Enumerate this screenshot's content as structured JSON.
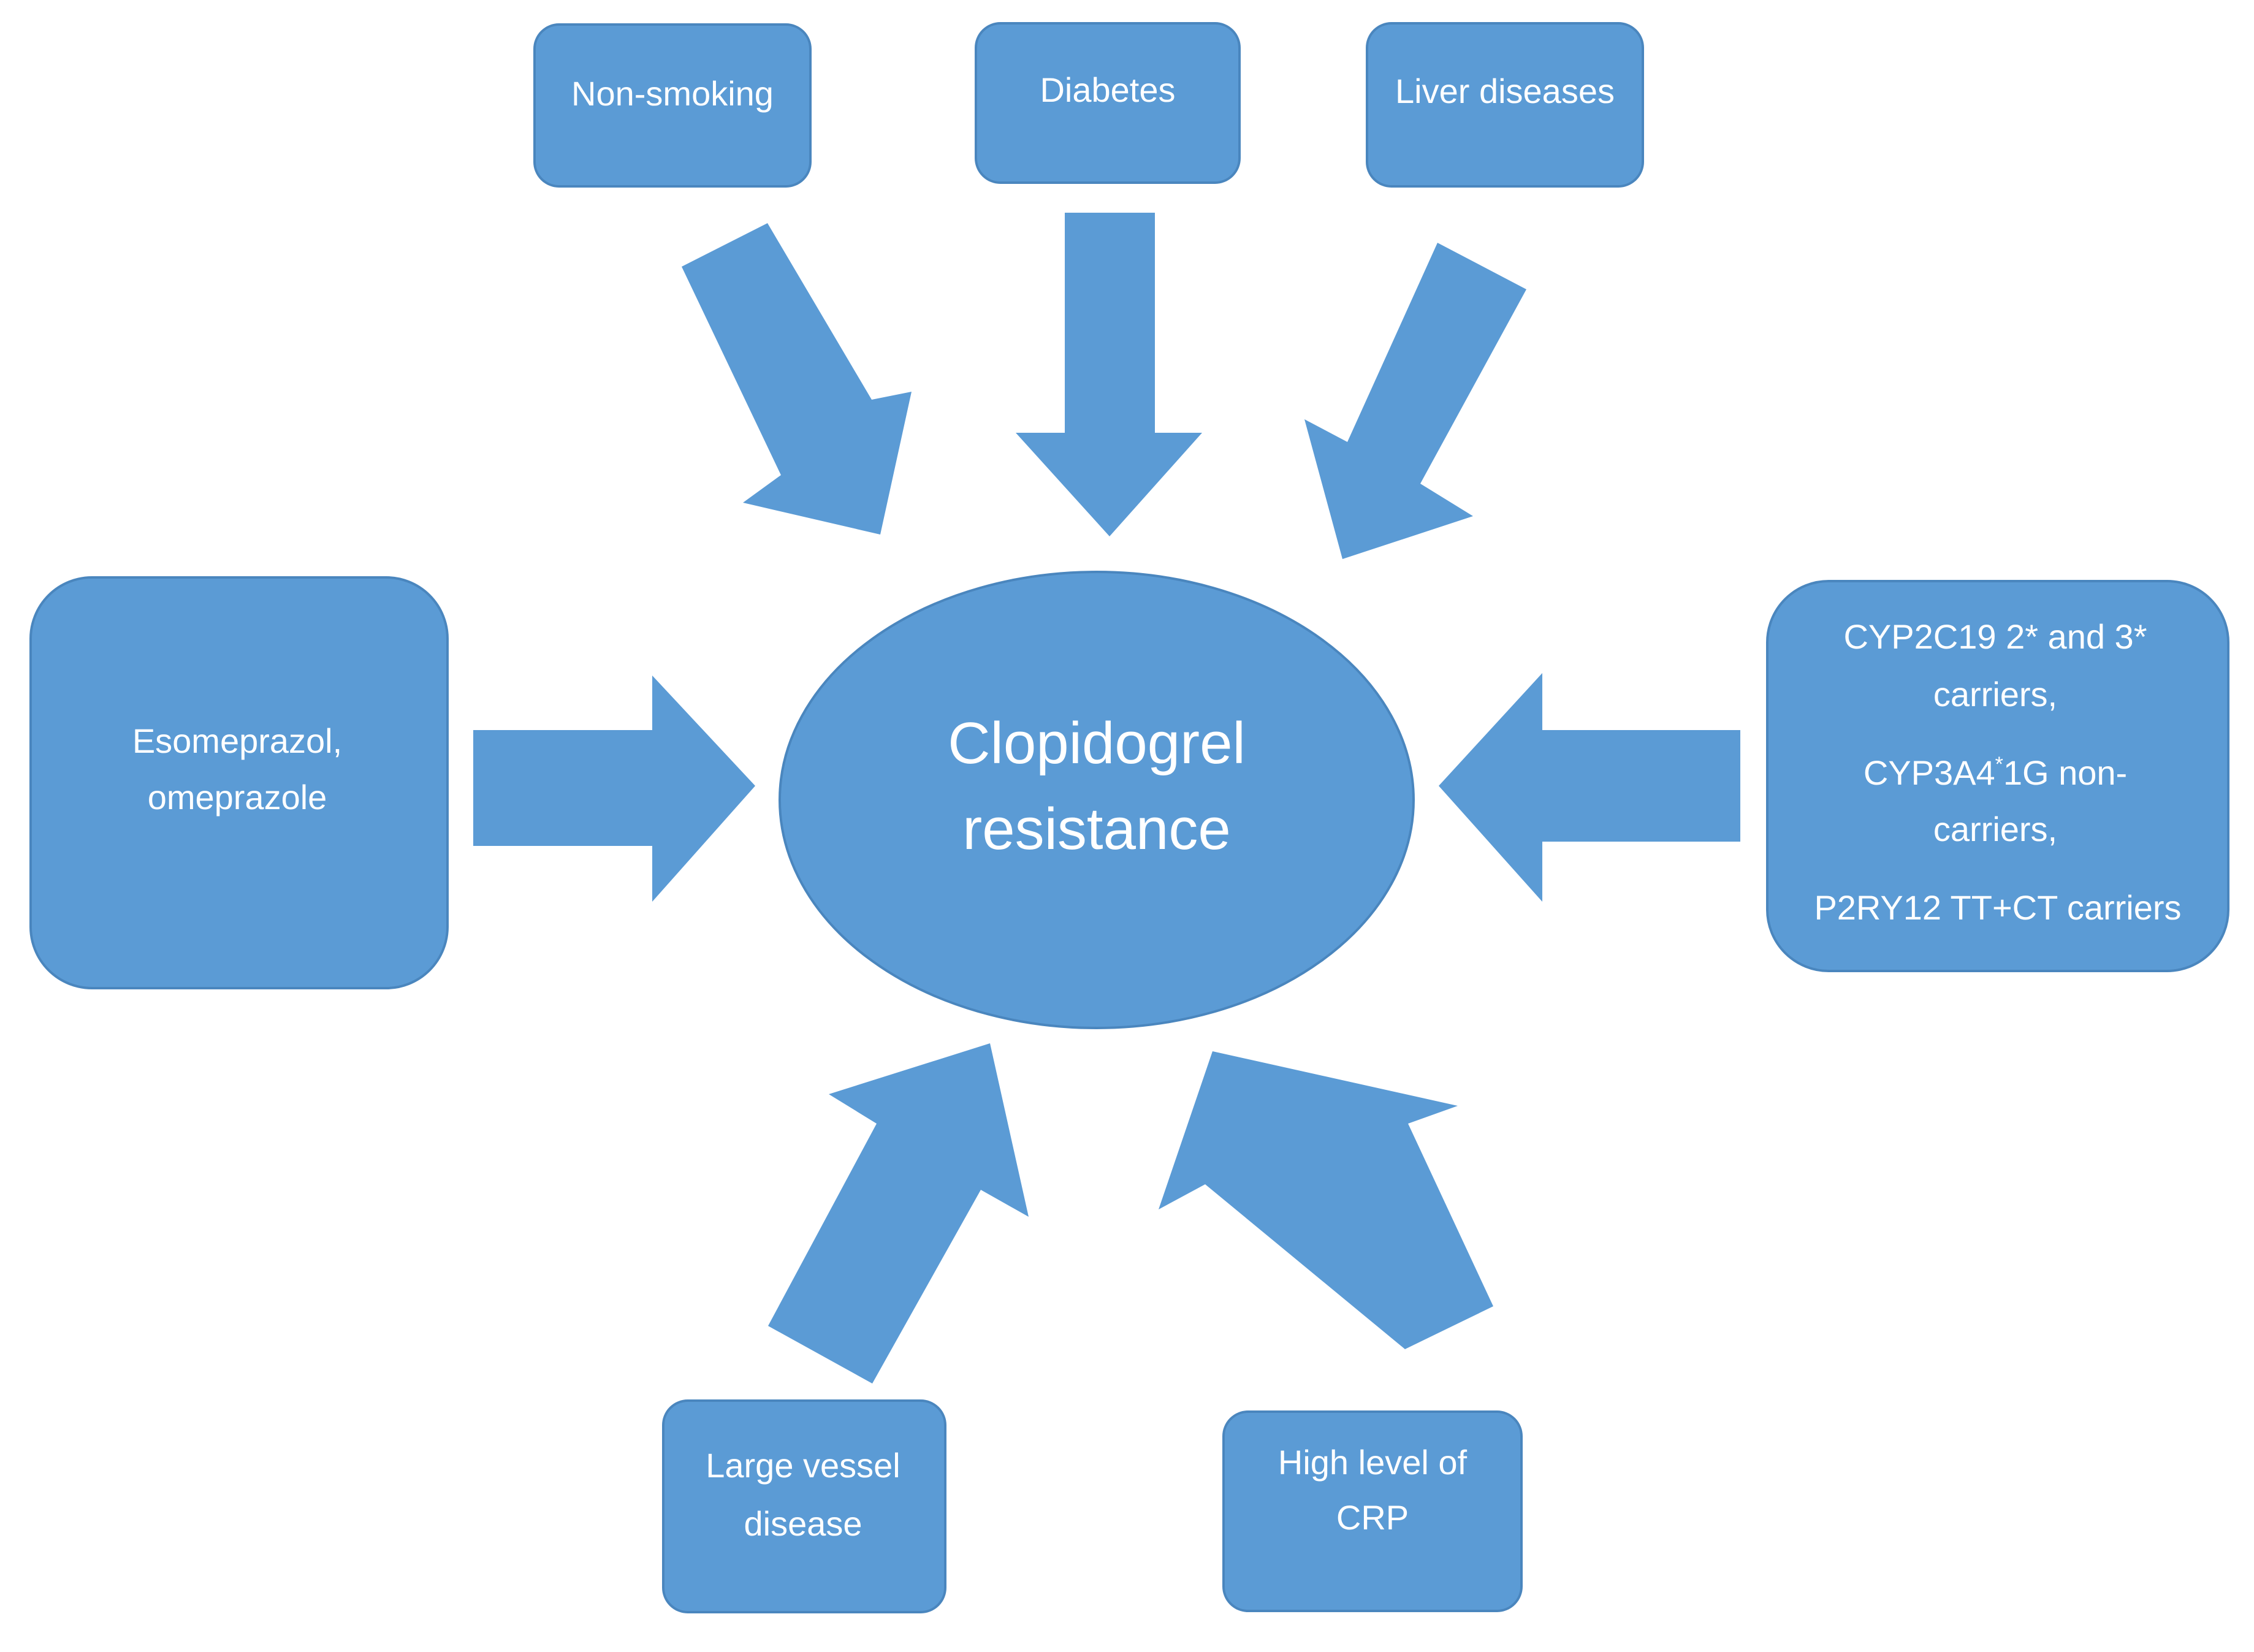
{
  "diagram": {
    "center": {
      "line1": "Clopidogrel",
      "line2": "resistance"
    },
    "factors": {
      "non_smoking": "Non-smoking",
      "diabetes": "Diabetes",
      "liver_diseases": "Liver diseases",
      "ppi": {
        "line1": "Esomeprazol,",
        "line2": "omeprazole"
      },
      "genetics": {
        "line1": "CYP2C19  2* and 3*",
        "line2": "carriers,",
        "line3a": "CYP3A4",
        "line3sup": "*",
        "line3b": "1G non-",
        "line4": "carriers,",
        "line5": "P2RY12 TT+CT carriers"
      },
      "large_vessel": {
        "line1": "Large vessel",
        "line2": "disease"
      },
      "crp": {
        "line1": "High level of",
        "line2": "CRP"
      }
    },
    "colors": {
      "fill": "#5b9bd5",
      "text": "#ffffff",
      "background": "#ffffff"
    }
  }
}
